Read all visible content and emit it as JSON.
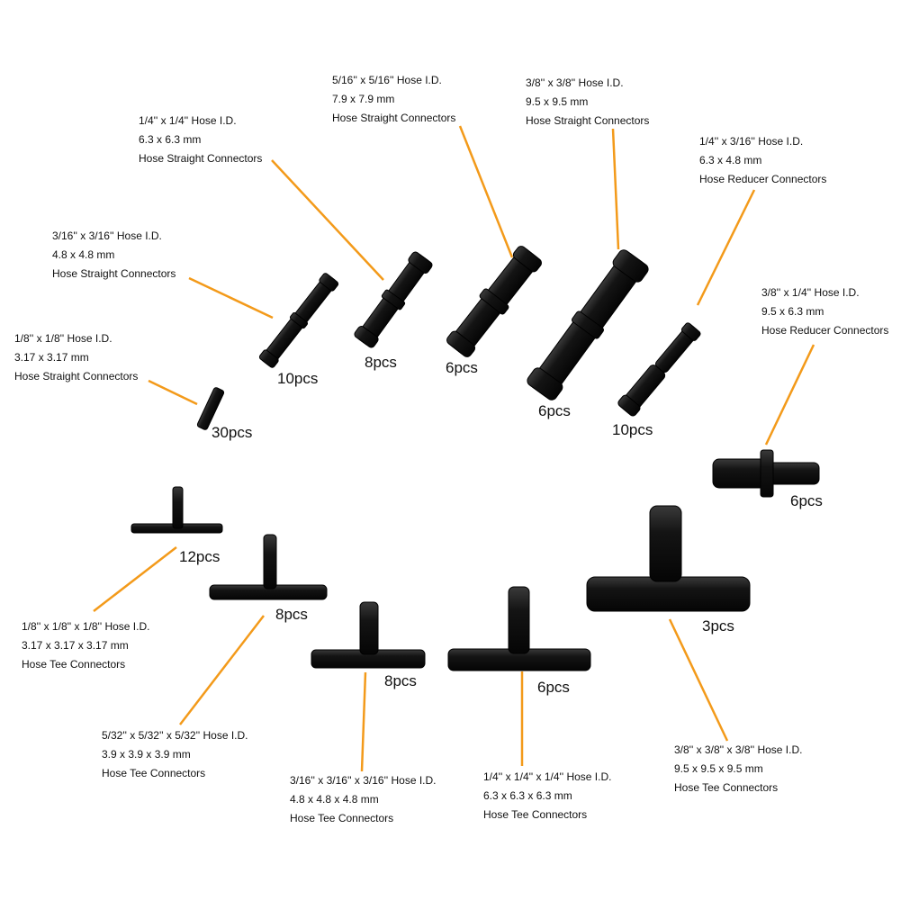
{
  "accent_color": "#f39a1a",
  "connector_color": "#111111",
  "items": [
    {
      "id": "ss-1-8",
      "type": "straight",
      "size": "1/8'' x 1/8'' Hose I.D.",
      "metric": "3.17 x 3.17 mm",
      "kind": "Hose Straight Connectors",
      "qty": "30pcs"
    },
    {
      "id": "ss-3-16",
      "type": "straight",
      "size": "3/16'' x 3/16'' Hose I.D.",
      "metric": "4.8 x 4.8 mm",
      "kind": "Hose Straight Connectors",
      "qty": "10pcs"
    },
    {
      "id": "ss-1-4",
      "type": "straight",
      "size": "1/4'' x 1/4'' Hose I.D.",
      "metric": "6.3 x 6.3 mm",
      "kind": "Hose Straight Connectors",
      "qty": "8pcs"
    },
    {
      "id": "ss-5-16",
      "type": "straight",
      "size": "5/16'' x 5/16'' Hose I.D.",
      "metric": "7.9 x 7.9 mm",
      "kind": "Hose Straight Connectors",
      "qty": "6pcs"
    },
    {
      "id": "ss-3-8",
      "type": "straight",
      "size": "3/8'' x 3/8'' Hose I.D.",
      "metric": "9.5 x 9.5 mm",
      "kind": "Hose Straight Connectors",
      "qty": "6pcs"
    },
    {
      "id": "rd-1-4-3-16",
      "type": "reducer",
      "size": "1/4'' x 3/16'' Hose I.D.",
      "metric": "6.3 x 4.8 mm",
      "kind": "Hose Reducer Connectors",
      "qty": "10pcs"
    },
    {
      "id": "rd-3-8-1-4",
      "type": "reducer",
      "size": "3/8'' x 1/4'' Hose I.D.",
      "metric": "9.5 x 6.3 mm",
      "kind": "Hose Reducer Connectors",
      "qty": "6pcs"
    },
    {
      "id": "tee-1-8",
      "type": "tee",
      "size": "1/8'' x 1/8'' x 1/8'' Hose I.D.",
      "metric": "3.17 x 3.17 x 3.17 mm",
      "kind": "Hose Tee Connectors",
      "qty": "12pcs"
    },
    {
      "id": "tee-5-32",
      "type": "tee",
      "size": "5/32'' x 5/32'' x 5/32'' Hose I.D.",
      "metric": "3.9 x 3.9 x 3.9 mm",
      "kind": "Hose Tee Connectors",
      "qty": "8pcs"
    },
    {
      "id": "tee-3-16",
      "type": "tee",
      "size": "3/16'' x 3/16'' x 3/16'' Hose I.D.",
      "metric": "4.8 x 4.8 x 4.8 mm",
      "kind": "Hose Tee Connectors",
      "qty": "8pcs"
    },
    {
      "id": "tee-1-4",
      "type": "tee",
      "size": "1/4'' x 1/4'' x 1/4'' Hose I.D.",
      "metric": "6.3 x 6.3 x 6.3 mm",
      "kind": "Hose Tee Connectors",
      "qty": "6pcs"
    },
    {
      "id": "tee-3-8",
      "type": "tee",
      "size": "3/8'' x 3/8'' x 3/8'' Hose I.D.",
      "metric": "9.5 x 9.5 x 9.5 mm",
      "kind": "Hose Tee Connectors",
      "qty": "3pcs"
    }
  ]
}
